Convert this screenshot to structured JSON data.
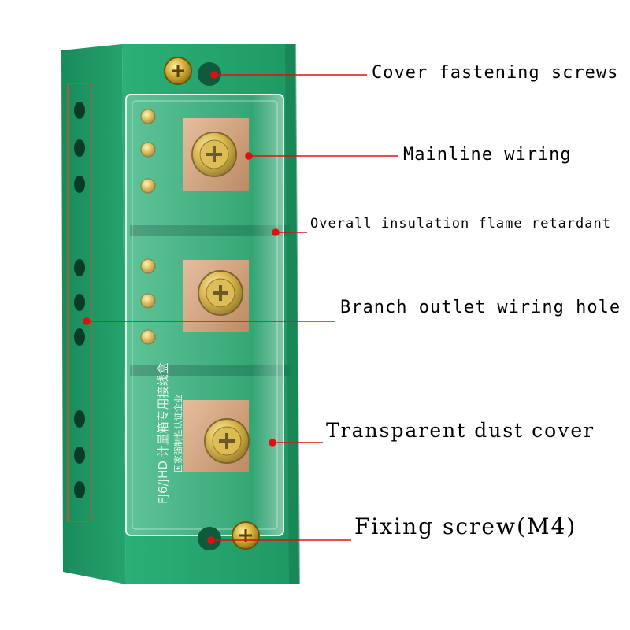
{
  "callouts": {
    "cover_fastening_screws": "Cover fastening screws",
    "mainline_wiring": "Mainline wiring",
    "insulation": "Overall insulation flame retardant",
    "branch_outlet": "Branch outlet wiring hole",
    "dust_cover": "Transparent dust cover",
    "fixing_screw": "Fixing screw(M4)"
  },
  "product": {
    "side_label": "FJ6/JHD 计量箱专用接线盒",
    "side_label_2": "国家强制性认证企业"
  },
  "colors": {
    "housing_green": "#23a06a",
    "housing_dark": "#137a4f",
    "copper": "#c9956a",
    "brass": "#c9a227",
    "leader_line": "#e01010"
  }
}
